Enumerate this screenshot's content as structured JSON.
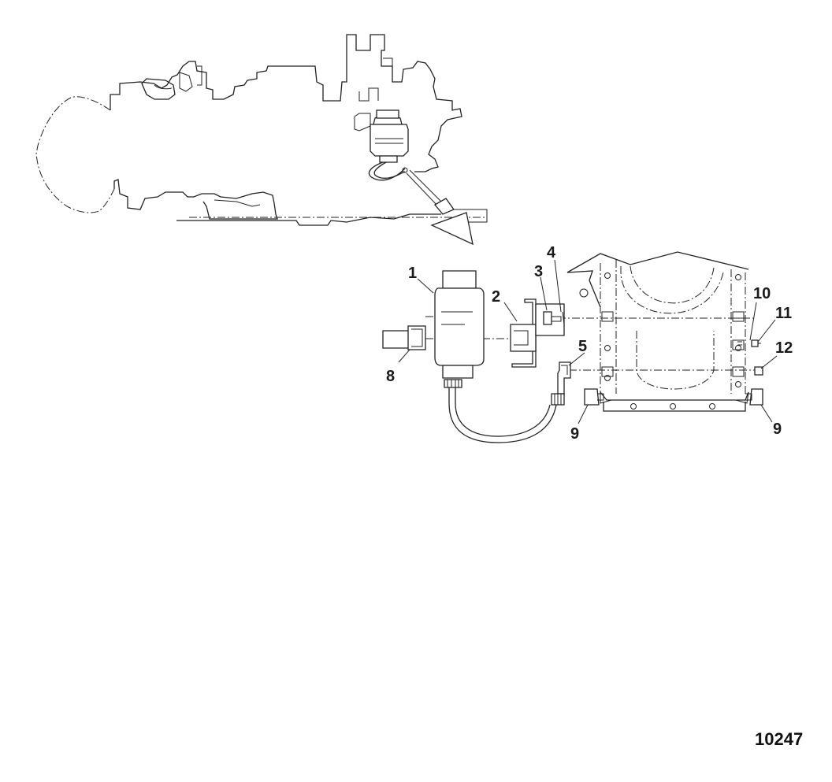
{
  "figure_number": "10247",
  "callouts": {
    "c1": "1",
    "c2": "2",
    "c3": "3",
    "c4": "4",
    "c5": "5",
    "c8": "8",
    "c9a": "9",
    "c9b": "9",
    "c10": "10",
    "c11": "11",
    "c12": "12"
  }
}
